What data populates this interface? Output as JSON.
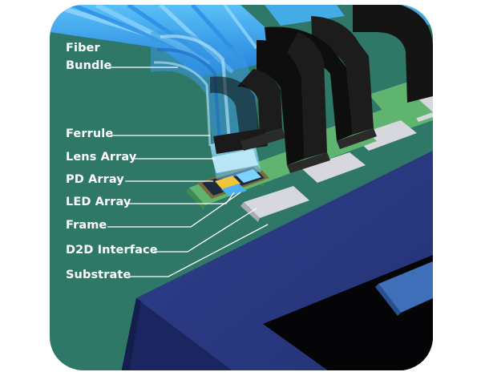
{
  "diagram": {
    "labels": {
      "fiber_bundle_line1": "Fiber",
      "fiber_bundle_line2": "Bundle",
      "ferrule": "Ferrule",
      "lens_array": "Lens Array",
      "pd_array": "PD Array",
      "led_array": "LED Array",
      "frame": "Frame",
      "d2d_interface": "D2D Interface",
      "substrate": "Substrate"
    },
    "colors": {
      "panel_background": "#2f7766",
      "substrate": "#2b3880",
      "fiber_blue": "#38a8f0",
      "ferrule_black": "#1a1a1a",
      "frame_green": "#6cc07a",
      "pad_gray": "#d2d4da",
      "label_text": "#ffffff"
    }
  }
}
